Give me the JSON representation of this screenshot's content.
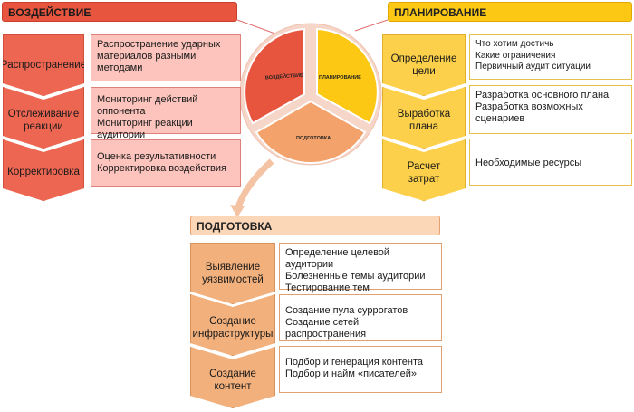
{
  "colors": {
    "red": "#e8553e",
    "red_light": "#fcc4bc",
    "yellow": "#fcc814",
    "yellow_light": "#fde68a",
    "peach": "#f2a26a",
    "peach_light": "#fbd7b8"
  },
  "cycle": {
    "segments": [
      "ВОЗДЕЙСТВИЕ",
      "ПЛАНИРОВАНИЕ",
      "ПОДГОТОВКА"
    ]
  },
  "influence": {
    "title": "ВОЗДЕЙСТВИЕ",
    "rows": [
      {
        "stage": "Распространение",
        "details": "Распространение ударных\nматериалов разными\nметодами"
      },
      {
        "stage": "Отслеживание\nреакции",
        "details": "Мониторинг действий оппонента\nМониторинг реакции аудитории"
      },
      {
        "stage": "Корректировка",
        "details": "Оценка результативности\nКорректировка воздействия"
      }
    ]
  },
  "planning": {
    "title": "ПЛАНИРОВАНИЕ",
    "rows": [
      {
        "stage": "Определение\nцели",
        "details": "Что хотим достичь\nКакие ограничения\nПервичный аудит ситуации"
      },
      {
        "stage": "Выработка\nплана",
        "details": "Разработка основного плана\nРазработка возможных\nсценариев"
      },
      {
        "stage": "Расчет\nзатрат",
        "details": "Необходимые ресурсы"
      }
    ]
  },
  "preparation": {
    "title": "ПОДГОТОВКА",
    "rows": [
      {
        "stage": "Выявление\nуязвимостей",
        "details": "Определение целевой аудитории\nБолезненные темы аудитории\nТестирование тем"
      },
      {
        "stage": "Создание\nинфраструктуры",
        "details": "Создание пула суррогатов\nСоздание сетей распространения"
      },
      {
        "stage": "Создание\nконтент",
        "details": "Подбор и генерация контента\nПодбор и найм «писателей»"
      }
    ]
  }
}
